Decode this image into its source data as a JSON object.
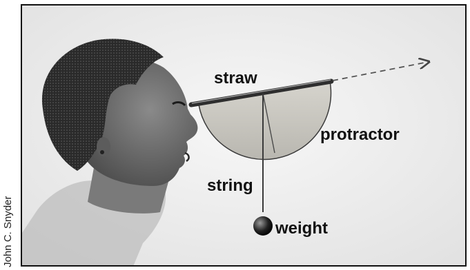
{
  "credit": "John C. Snyder",
  "labels": {
    "straw": "straw",
    "protractor": "protractor",
    "string": "string",
    "weight": "weight"
  },
  "colors": {
    "protractor_fill": "#c9c7c0",
    "straw": "#3a3a3a",
    "skin": "#6b6b6b",
    "hair": "#2a2a2a",
    "background": "#efefef"
  },
  "icons": {
    "sight_line": "dashed-arrow-icon"
  }
}
